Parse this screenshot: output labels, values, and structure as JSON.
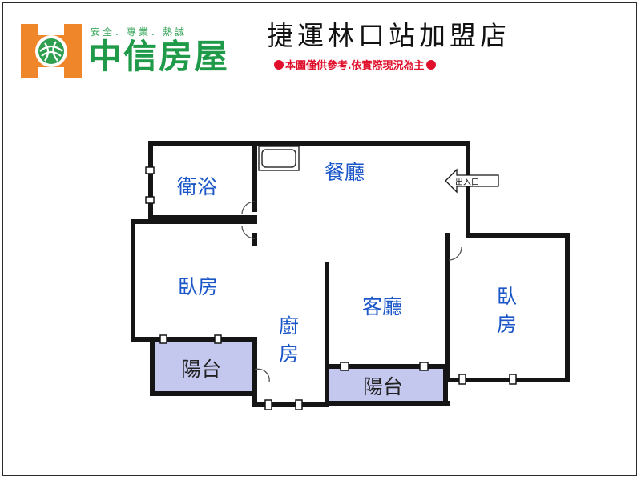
{
  "header": {
    "tagline": "安全．專業．熱誠",
    "brand_name": "中信房屋",
    "store_name": "捷運林口站加盟店",
    "disclaimer": "本圖僅供參考.依實際現況為主"
  },
  "floorplan": {
    "rooms": {
      "bathroom": "衛浴",
      "dining": "餐廳",
      "bedroom_left": "臥房",
      "living": "客廳",
      "kitchen_1": "廚",
      "kitchen_2": "房",
      "bedroom_right_1": "臥",
      "bedroom_right_2": "房",
      "balcony_left": "陽台",
      "balcony_mid": "陽台"
    },
    "entrance_label": "出入口"
  },
  "colors": {
    "brand_orange": "#f0862a",
    "brand_green": "#1e9a48",
    "disclaimer_red": "#e0102c",
    "room_text": "#1a56c8",
    "balcony_fill": "#c5c8ee",
    "wall": "#151515"
  }
}
